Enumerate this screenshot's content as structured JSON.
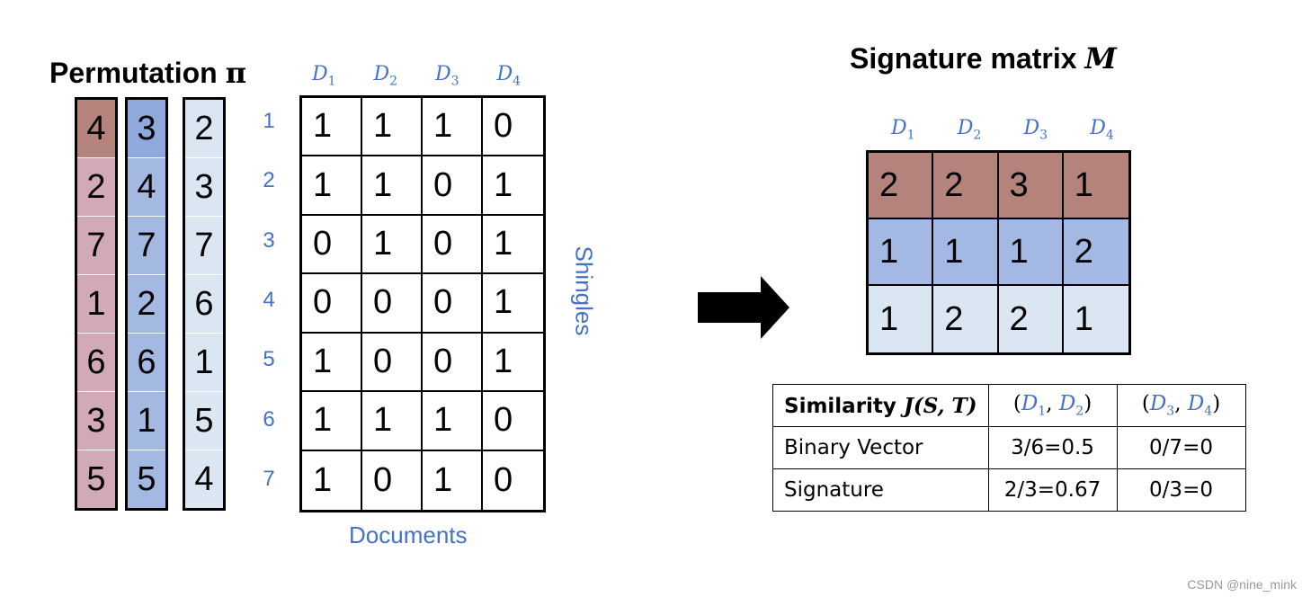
{
  "permutation": {
    "title": "Permutation",
    "symbol": "π",
    "columns": [
      {
        "color": "#b3837c",
        "light": "#d2a9b6",
        "values": [
          "4",
          "2",
          "7",
          "1",
          "6",
          "3",
          "5"
        ]
      },
      {
        "color": "#8ea9db",
        "light": "#a4b9e2",
        "values": [
          "3",
          "4",
          "7",
          "2",
          "6",
          "1",
          "5"
        ]
      },
      {
        "color": "#dae6f2",
        "light": "#dae6f2",
        "values": [
          "2",
          "3",
          "7",
          "6",
          "1",
          "5",
          "4"
        ]
      }
    ]
  },
  "input_matrix": {
    "doc_labels": [
      {
        "letter": "D",
        "sub": "1"
      },
      {
        "letter": "D",
        "sub": "2"
      },
      {
        "letter": "D",
        "sub": "3"
      },
      {
        "letter": "D",
        "sub": "4"
      }
    ],
    "row_numbers": [
      "1",
      "2",
      "3",
      "4",
      "5",
      "6",
      "7"
    ],
    "rows": [
      [
        "1",
        "1",
        "1",
        "0"
      ],
      [
        "1",
        "1",
        "0",
        "1"
      ],
      [
        "0",
        "1",
        "0",
        "1"
      ],
      [
        "0",
        "0",
        "0",
        "1"
      ],
      [
        "1",
        "0",
        "0",
        "1"
      ],
      [
        "1",
        "1",
        "1",
        "0"
      ],
      [
        "1",
        "0",
        "1",
        "0"
      ]
    ],
    "shingles_label": "Shingles",
    "documents_label": "Documents"
  },
  "arrow": {
    "icon": "right-arrow-icon",
    "color": "#000000"
  },
  "signature": {
    "title": "Signature matrix",
    "symbol": "M",
    "doc_labels": [
      {
        "letter": "D",
        "sub": "1"
      },
      {
        "letter": "D",
        "sub": "2"
      },
      {
        "letter": "D",
        "sub": "3"
      },
      {
        "letter": "D",
        "sub": "4"
      }
    ],
    "row_colors": [
      "#b3837c",
      "#a3b9e3",
      "#dae6f2"
    ],
    "rows": [
      [
        "2",
        "2",
        "3",
        "1"
      ],
      [
        "1",
        "1",
        "1",
        "2"
      ],
      [
        "1",
        "2",
        "2",
        "1"
      ]
    ]
  },
  "similarity_table": {
    "header_text": "Similarity",
    "header_math": "J(S, T)",
    "pairs": [
      {
        "a": {
          "letter": "D",
          "sub": "1"
        },
        "b": {
          "letter": "D",
          "sub": "2"
        }
      },
      {
        "a": {
          "letter": "D",
          "sub": "3"
        },
        "b": {
          "letter": "D",
          "sub": "4"
        }
      }
    ],
    "rows": [
      {
        "label": "Binary Vector",
        "values": [
          "3/6=0.5",
          "0/7=0"
        ]
      },
      {
        "label": "Signature",
        "values": [
          "2/3=0.67",
          "0/3=0"
        ]
      }
    ]
  },
  "watermark": "CSDN @nine_mink"
}
